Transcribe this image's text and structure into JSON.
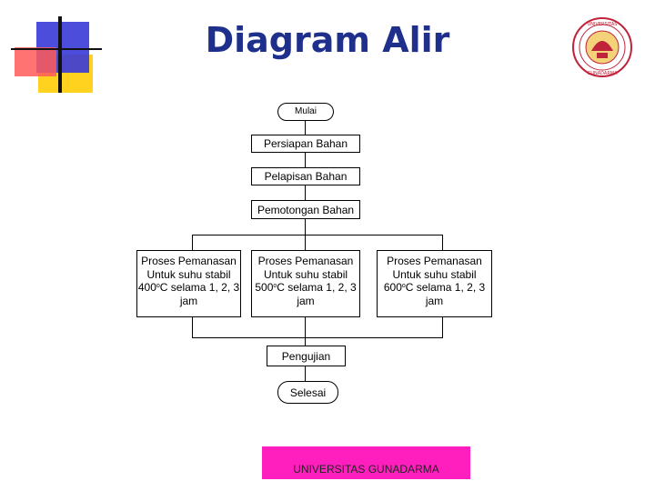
{
  "title": "Diagram Alir",
  "logo": {
    "name": "university-seal",
    "text": "UNIVERSITAS GUNADARMA",
    "colors": [
      "#c0243a",
      "#e8b23a"
    ]
  },
  "flow": {
    "start": "Mulai",
    "steps": [
      "Persiapan Bahan",
      "Pelapisan Bahan",
      "Pemotongan Bahan"
    ],
    "branches": [
      {
        "line1": "Proses Pemanasan",
        "line2": "Untuk suhu stabil",
        "temp": "400",
        "deg": "o",
        "line3_rest": "C selama 1, 2, 3",
        "line4": "jam"
      },
      {
        "line1": "Proses Pemanasan",
        "line2": "Untuk suhu stabil",
        "temp": "500",
        "deg": "o",
        "line3_rest": "C selama 1, 2, 3",
        "line4": "jam"
      },
      {
        "line1": "Proses Pemanasan",
        "line2": "Untuk suhu stabil",
        "temp": "600",
        "deg": "o",
        "line3_rest": "C selama 1, 2, 3",
        "line4": "jam"
      }
    ],
    "test": "Pengujian",
    "end": "Selesai"
  },
  "footer": "UNIVERSITAS GUNADARMA",
  "colors": {
    "title": "#1f2f8c",
    "footer_bg": "#ff1fbf",
    "deco_blue": "#3a3ad8",
    "deco_red": "#ff4a4a",
    "deco_yellow": "#ffd21f"
  }
}
